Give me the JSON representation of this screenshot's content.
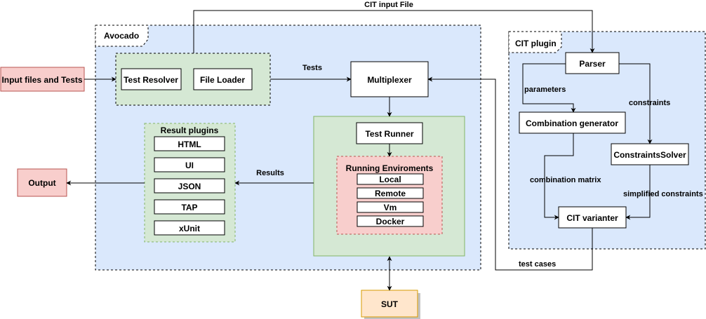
{
  "containers": {
    "avocado": "Avocado",
    "cit_plugin": "CIT plugin"
  },
  "nodes": {
    "input_files": "Input files and Tests",
    "test_resolver": "Test Resolver",
    "file_loader": "File Loader",
    "multiplexer": "Multiplexer",
    "test_runner": "Test Runner",
    "running_envs_title": "Running Enviroments",
    "env_local": "Local",
    "env_remote": "Remote",
    "env_vm": "Vm",
    "env_docker": "Docker",
    "result_plugins_title": "Result plugins",
    "rp_html": "HTML",
    "rp_ui": "UI",
    "rp_json": "JSON",
    "rp_tap": "TAP",
    "rp_xunit": "xUnit",
    "output": "Output",
    "sut": "SUT",
    "parser": "Parser",
    "combination_generator": "Combination generator",
    "constraints_solver": "ConstraintsSolver",
    "cit_varianter": "CIT varianter"
  },
  "edges": {
    "cit_input_file": "CIT input File",
    "tests": "Tests",
    "results": "Results",
    "parameters": "parameters",
    "constraints": "constraints",
    "combination_matrix": "combination matrix",
    "simplified_constraints": "simplified constraints",
    "test_cases": "test cases"
  },
  "colors": {
    "blue_fill": "#dae8fc",
    "green_fill": "#d5e8d4",
    "red_fill": "#f8cecc",
    "red_stroke": "#b85450",
    "green_stroke": "#82b366",
    "orange_fill": "#ffe6cc",
    "orange_stroke": "#d79b00"
  }
}
